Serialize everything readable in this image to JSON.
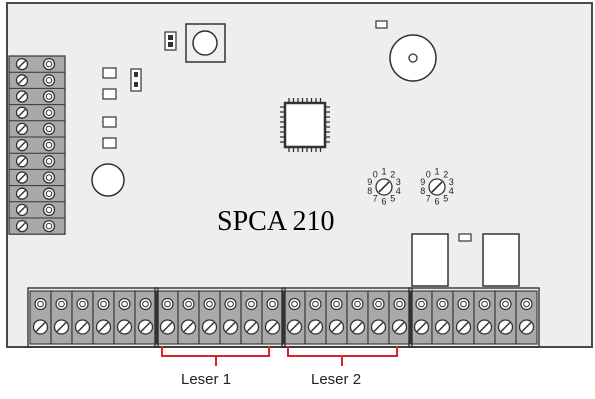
{
  "board": {
    "title": "SPCA 210",
    "label_colors": {
      "board": "#eeeeee",
      "terminal": "#a9a9a9",
      "bracket": "#d9252a"
    }
  },
  "terminal_groups": [
    {
      "name": "Leser 1"
    },
    {
      "name": "Leser 2"
    }
  ],
  "dip_switches": [
    {
      "digits": [
        "9",
        "0",
        "1",
        "2",
        "3",
        "4",
        "5",
        "6",
        "7",
        "8"
      ]
    },
    {
      "digits": [
        "9",
        "0",
        "1",
        "2",
        "3",
        "4",
        "5",
        "6",
        "7",
        "8"
      ]
    }
  ],
  "left_terminal_count": 11,
  "bottom_terminal_count": 24
}
